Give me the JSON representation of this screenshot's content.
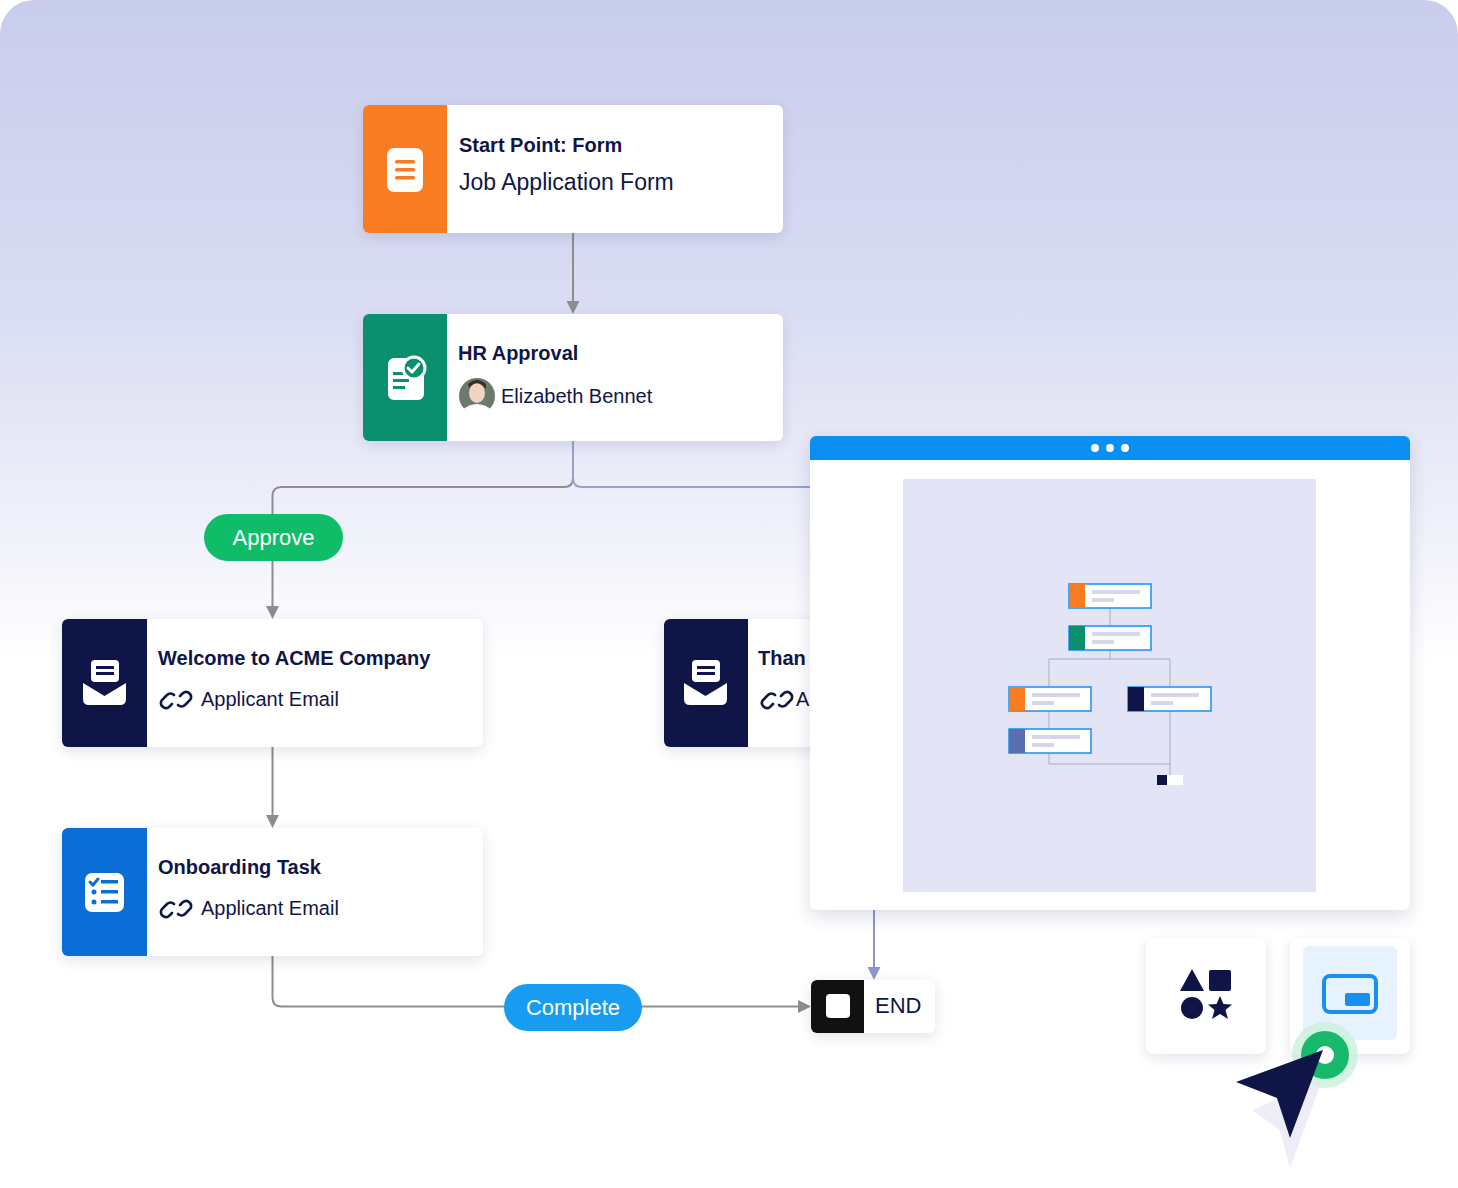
{
  "diagram": {
    "nodes": [
      {
        "text": [
          "Start Point: Form",
          "Job Application Form"
        ]
      },
      {
        "text": [
          "HR Approval",
          "Elizabeth Bennet"
        ]
      },
      {
        "text": [
          "Welcome to ACME Company",
          "Applicant Email"
        ]
      },
      {
        "text": [
          "Than",
          "A"
        ]
      },
      {
        "text": [
          "Onboarding Task",
          "Applicant Email"
        ]
      },
      {
        "text": [
          "END"
        ]
      }
    ],
    "edges": [
      {
        "from": 0,
        "to": 1,
        "arrow": "to"
      },
      {
        "from": 1,
        "to": 2,
        "arrow": "to",
        "label": "Approve"
      },
      {
        "from": 1,
        "to": 3,
        "arrow": "to"
      },
      {
        "from": 2,
        "to": 4,
        "arrow": "to"
      },
      {
        "from": 4,
        "to": 5,
        "arrow": "to",
        "label": "Complete"
      },
      {
        "from": 3,
        "to": 5,
        "arrow": "to"
      }
    ]
  }
}
